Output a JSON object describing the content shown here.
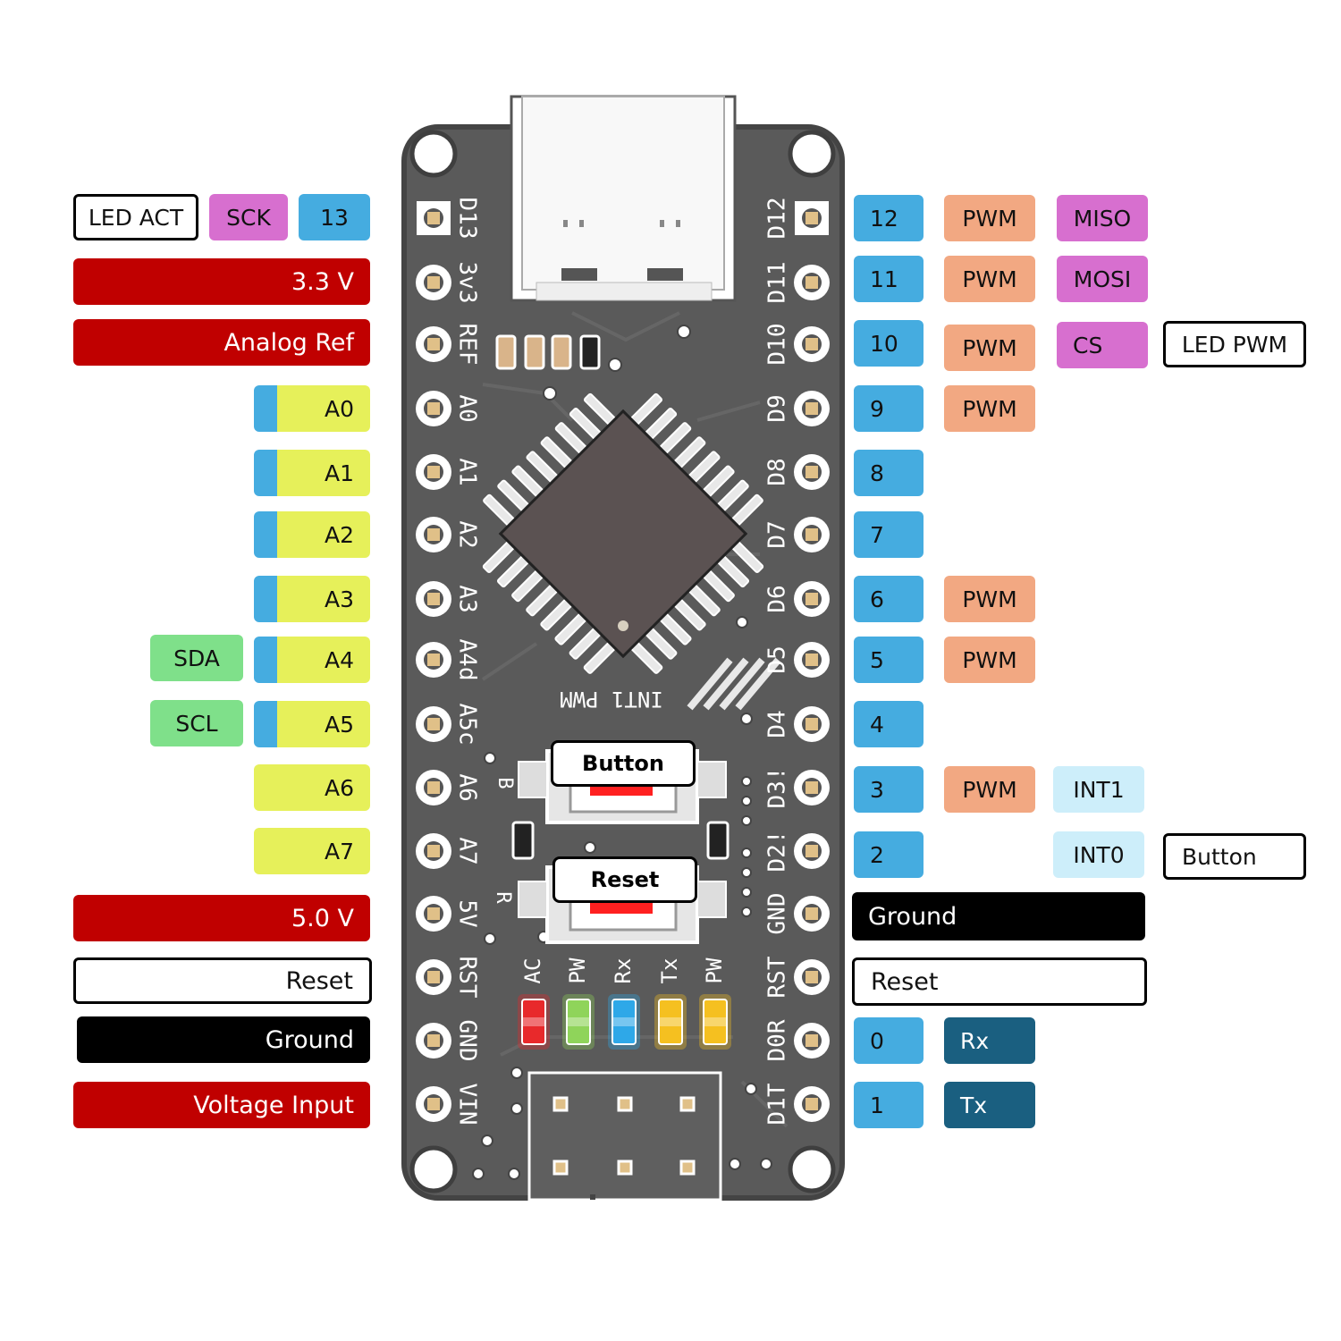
{
  "left_labels": {
    "led_act": "LED ACT",
    "sck": "SCK",
    "d13": "13",
    "v33": "3.3 V",
    "aref": "Analog Ref",
    "a0": "A0",
    "a1": "A1",
    "a2": "A2",
    "a3": "A3",
    "sda": "SDA",
    "a4": "A4",
    "scl": "SCL",
    "a5": "A5",
    "a6": "A6",
    "a7": "A7",
    "v50": "5.0 V",
    "reset": "Reset",
    "ground": "Ground",
    "vin": "Voltage Input"
  },
  "right_labels": {
    "d12": "12",
    "d12_pwm": "PWM",
    "miso": "MISO",
    "d11": "11",
    "d11_pwm": "PWM",
    "mosi": "MOSI",
    "d10": "10",
    "d10_pwm": "PWM",
    "cs": "CS",
    "led_pwm": "LED PWM",
    "d9": "9",
    "d9_pwm": "PWM",
    "d8": "8",
    "d7": "7",
    "d6": "6",
    "d6_pwm": "PWM",
    "d5": "5",
    "d5_pwm": "PWM",
    "d4": "4",
    "d3": "3",
    "d3_pwm": "PWM",
    "int1": "INT1",
    "d2": "2",
    "int0": "INT0",
    "button": "Button",
    "ground": "Ground",
    "reset": "Reset",
    "d0": "0",
    "rx": "Rx",
    "d1": "1",
    "tx": "Tx"
  },
  "board": {
    "button_label": "Button",
    "reset_label": "Reset",
    "silk_left": [
      "D13",
      "3v3",
      "REF",
      "A0",
      "A1",
      "A2",
      "A3",
      "A4d",
      "A5c",
      "A6",
      "A7",
      "5V",
      "RST",
      "GND",
      "VIN"
    ],
    "silk_right": [
      "D12",
      "D11",
      "D10",
      "D9",
      "D8",
      "D7",
      "D6",
      "D5",
      "D4",
      "D3!",
      "D2!",
      "GND",
      "RST",
      "D0R",
      "D1T"
    ],
    "silk_center": "INT1 PWM",
    "silk_b": "B",
    "silk_r": "R",
    "leds": [
      {
        "label": "AC",
        "color": "#e8292b"
      },
      {
        "label": "PW",
        "color": "#8fd45a"
      },
      {
        "label": "Rx",
        "color": "#2ea8e8"
      },
      {
        "label": "Tx",
        "color": "#f5c020"
      },
      {
        "label": "PW",
        "color": "#f5c020"
      }
    ]
  },
  "colors": {
    "pin_number": "#45ace0",
    "pwm": "#f2a882",
    "spi": "#d76fcf",
    "power": "#c00000",
    "ground": "#000000",
    "i2c": "#7fe08a",
    "analog": "#e6f05a",
    "interrupt": "#cdeefa",
    "serial": "#1a5f80",
    "pcb": "#5a5a5a"
  }
}
